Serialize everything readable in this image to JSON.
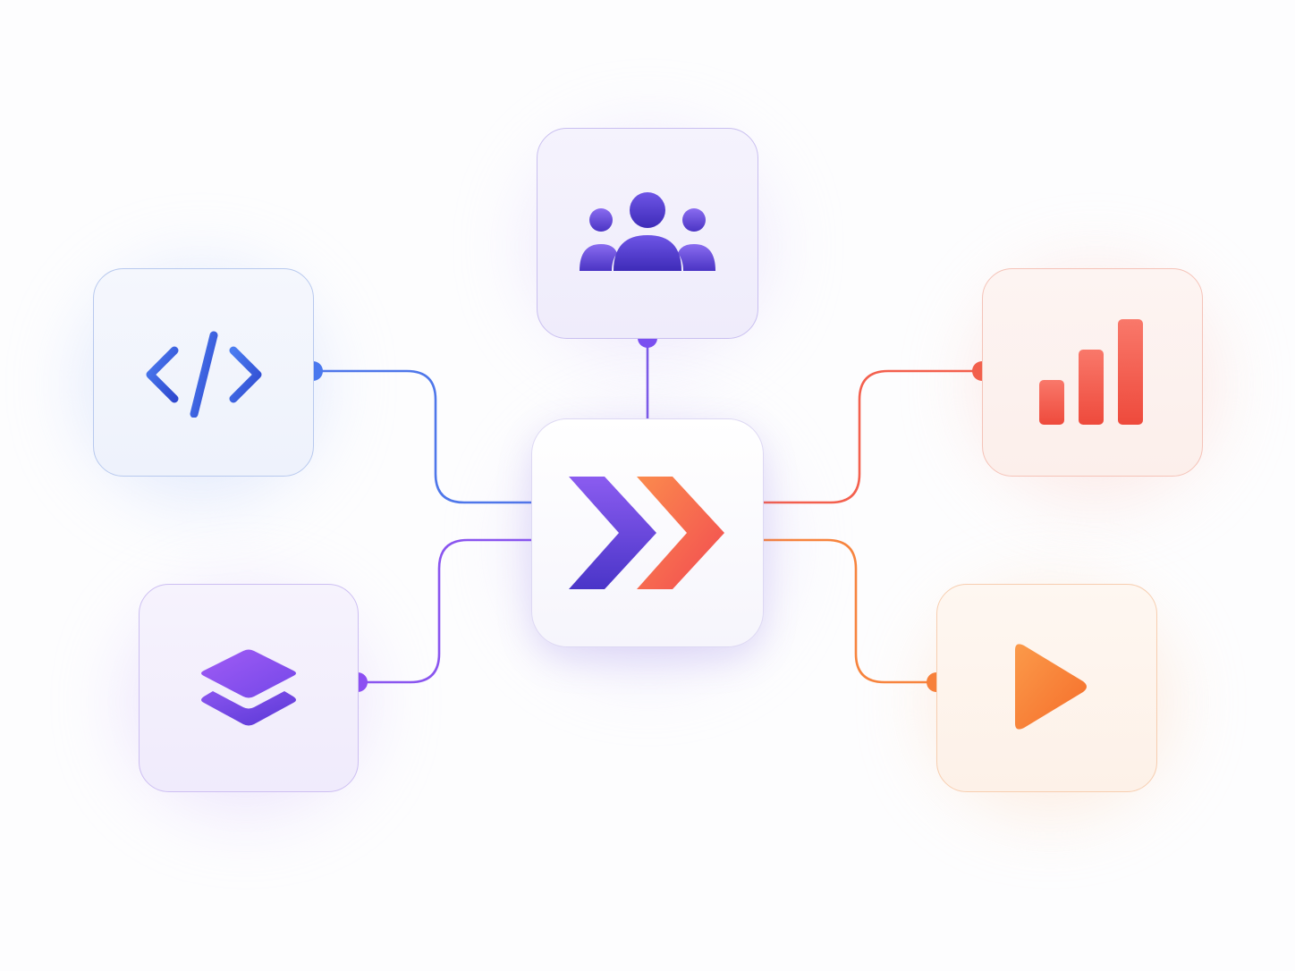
{
  "colors": {
    "blue": "#3f6fe3",
    "violet": "#7c4ff0",
    "indigo": "#5b3fd0",
    "red": "#f25a4a",
    "orange": "#f7803a",
    "background": "#fdfdfe"
  },
  "hub": {
    "icon": "double-chevron-right-icon"
  },
  "nodes": [
    {
      "id": "code",
      "icon": "code-icon",
      "color": "#3f6fe3"
    },
    {
      "id": "layers",
      "icon": "layers-icon",
      "color": "#7c4ff0"
    },
    {
      "id": "team",
      "icon": "users-icon",
      "color": "#5b3fd0"
    },
    {
      "id": "analytics",
      "icon": "bar-chart-icon",
      "color": "#f25a4a"
    },
    {
      "id": "media",
      "icon": "play-icon",
      "color": "#f7803a"
    }
  ]
}
